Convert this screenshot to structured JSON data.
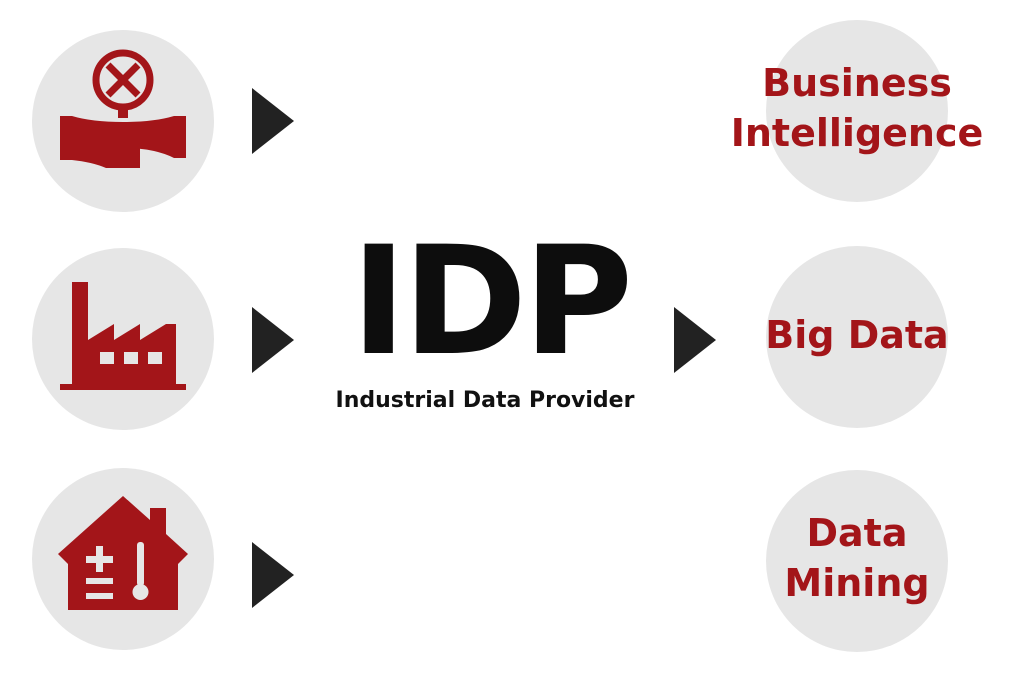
{
  "center": {
    "title": "IDP",
    "subtitle": "Industrial Data Provider"
  },
  "sources": [
    {
      "icon": "valve-icon"
    },
    {
      "icon": "factory-icon"
    },
    {
      "icon": "smart-home-icon"
    }
  ],
  "outputs": [
    {
      "label_line1": "Business",
      "label_line2": "Intelligence"
    },
    {
      "label_line1": "Big Data"
    },
    {
      "label_line1": "Data",
      "label_line2": "Mining"
    }
  ],
  "colors": {
    "accent": "#a31519",
    "circle": "#e6e6e6",
    "arrow": "#222222",
    "text": "#0d0d0d"
  }
}
